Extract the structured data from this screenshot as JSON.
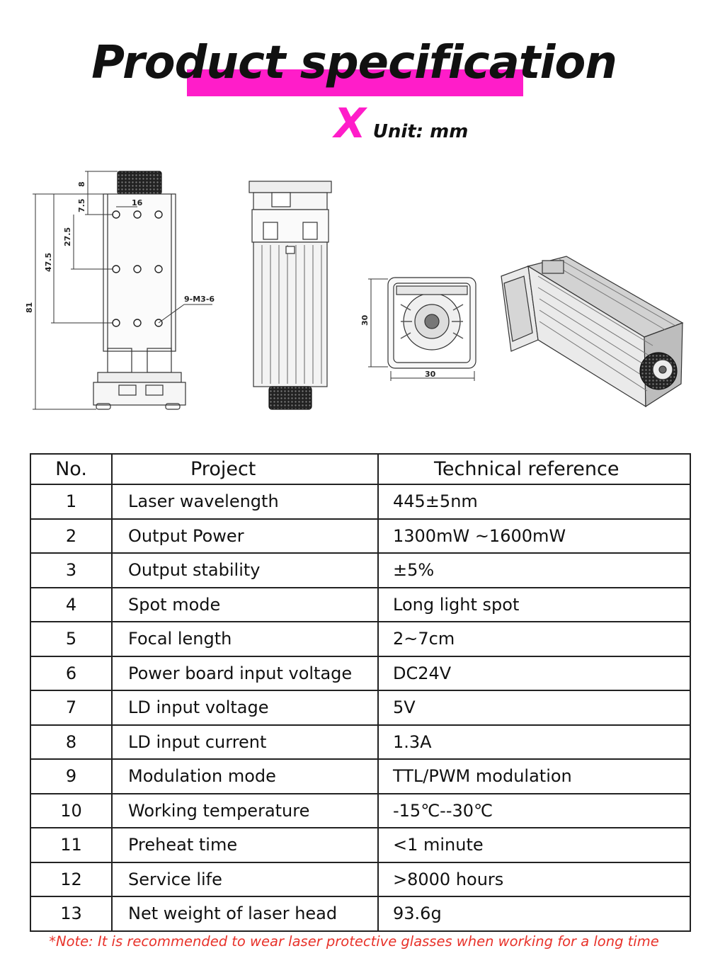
{
  "header": {
    "title": "Product specification",
    "unit_mark": "X",
    "unit_label": "Unit: mm",
    "accent_color": "#ff1dc9"
  },
  "drawings": {
    "front_view": {
      "dimensions": [
        "8",
        "7.5",
        "16",
        "27.5",
        "47.5",
        "81",
        "9-M3-6"
      ]
    },
    "top_view": {
      "dimensions": [
        "30",
        "30"
      ]
    }
  },
  "table": {
    "headers": [
      "No.",
      "Project",
      "Technical reference"
    ],
    "rows": [
      {
        "no": "1",
        "project": "Laser wavelength",
        "reference": "445±5nm"
      },
      {
        "no": "2",
        "project": "Output Power",
        "reference": "1300mW ~1600mW"
      },
      {
        "no": "3",
        "project": "Output stability",
        "reference": "±5%"
      },
      {
        "no": "4",
        "project": "Spot mode",
        "reference": "Long light spot"
      },
      {
        "no": "5",
        "project": "Focal length",
        "reference": "2~7cm"
      },
      {
        "no": "6",
        "project": "Power board input voltage",
        "reference": "DC24V"
      },
      {
        "no": "7",
        "project": "LD input voltage",
        "reference": "5V"
      },
      {
        "no": "8",
        "project": "LD input current",
        "reference": "1.3A"
      },
      {
        "no": "9",
        "project": "Modulation mode",
        "reference": "TTL/PWM modulation"
      },
      {
        "no": "10",
        "project": "Working temperature",
        "reference": "-15℃--30℃"
      },
      {
        "no": "11",
        "project": "Preheat time",
        "reference": "<1 minute"
      },
      {
        "no": "12",
        "project": "Service life",
        "reference": ">8000 hours"
      },
      {
        "no": "13",
        "project": "Net weight of laser head",
        "reference": "93.6g"
      }
    ]
  },
  "note": "*Note: It is recommended to wear laser protective glasses when working for a long time"
}
